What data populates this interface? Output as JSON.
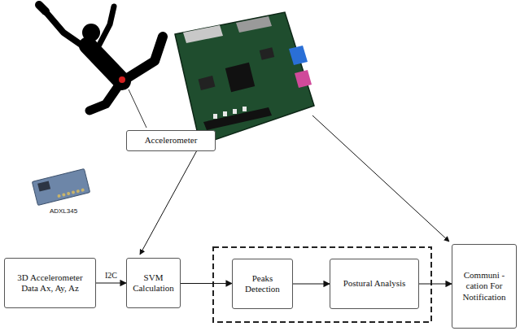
{
  "diagram": {
    "nodes": [
      {
        "text": [
          "Accelerometer"
        ]
      },
      {
        "text": [
          "3D Accelerometer Data Ax, Ay, Az"
        ]
      },
      {
        "text": [
          "SVM Calculation"
        ]
      },
      {
        "text": [
          "Peaks Detection"
        ]
      },
      {
        "text": [
          "Postural Analysis"
        ]
      },
      {
        "text": [
          "Communi -cation For Notification"
        ]
      }
    ],
    "edges": [
      {
        "from": 1,
        "to": 2,
        "arrow": "to",
        "label": "I2C"
      },
      {
        "from": 2,
        "to": 3,
        "arrow": "to"
      },
      {
        "from": 3,
        "to": 4,
        "arrow": "to"
      },
      {
        "from": 4,
        "to": 5,
        "arrow": "to"
      }
    ],
    "labels": [
      "ADXL345"
    ]
  }
}
